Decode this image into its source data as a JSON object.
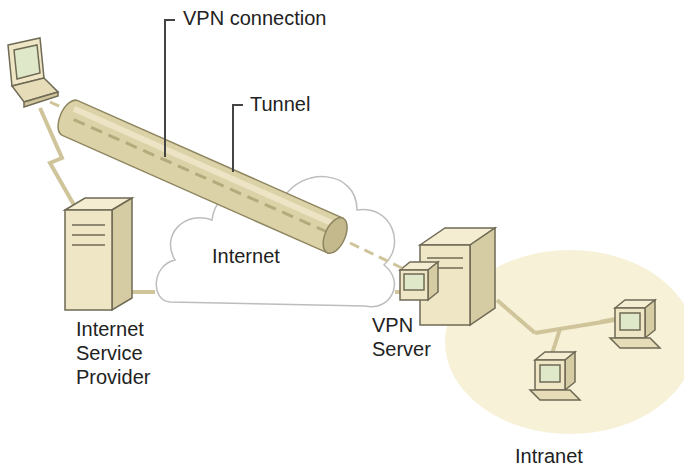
{
  "diagram": {
    "nodes": [
      {
        "text": [
          "Internet Service Provider"
        ]
      },
      {
        "text": [
          "Internet"
        ]
      },
      {
        "text": [
          "VPN Server"
        ]
      },
      {
        "text": [
          "Intranet"
        ]
      }
    ],
    "edges": [
      {
        "from": 0,
        "to": 1,
        "arrow": "none"
      },
      {
        "from": 1,
        "to": 2,
        "arrow": "none"
      },
      {
        "from": 2,
        "to": 3,
        "arrow": "none"
      }
    ],
    "labels": [
      "VPN connection",
      "Tunnel"
    ]
  }
}
